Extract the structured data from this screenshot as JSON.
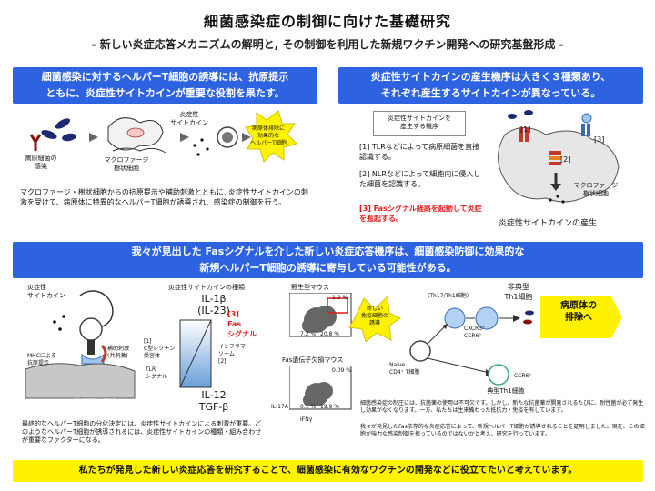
{
  "header": {
    "title": "細菌感染症の制御に向けた基礎研究",
    "subtitle": "- 新しい炎症応答メカニズムの解明と, その制御を利用した新規ワクチン開発への研究基盤形成 -"
  },
  "panel_left": {
    "banner_line1": "細菌感染に対するヘルパーT細胞の誘導には、抗原提示",
    "banner_line2": "ともに、炎症性サイトカインが重要な役割を果たす。",
    "label_cytokine": "炎症性\nサイトカイン",
    "label_infection": "病原細菌の\n感染",
    "label_macrophage": "マクロファージ\n樹状細胞",
    "star_text": "病原体排除に\n効果的な\nヘルパーT細胞",
    "body": "マクロファージ・樹状細胞からの抗原提示や補助刺激とともに, 炎症性サイトカインの刺激を受けて、病原体に特異的なヘルパーT細胞が誘導され、感染症の制御を行う。"
  },
  "panel_right": {
    "banner_line1": "炎症性サイトカインの産生機序は大きく３種類あり、",
    "banner_line2": "それぞれ産生するサイトカインが異なっている。",
    "box_label": "炎症性サイトカインを\n産生する機序",
    "item1": "[1] TLRなどによって病原細菌を直接認識する。",
    "item2": "[2] NLRなどによって細胞内に侵入した細菌を認識する。",
    "item3": "[3] Fasシグナル経路を起動して炎症を惹起する。",
    "tag1": "[1]",
    "tag2": "[2]",
    "tag3": "[3]",
    "label_cell": "マクロファージ\n樹状細胞",
    "caption": "炎症性サイトカインの産生"
  },
  "panel_main": {
    "banner_line1": "我々が見出した Fasシグナルを介した新しい炎症応答機序は、細菌感染防御に効果的な",
    "banner_line2": "新規ヘルパーT細胞の誘導に寄与している可能性がある。",
    "label_cytokine": "炎症性\nサイトカイン",
    "label_mhc": "MHCによる\n抗原提示",
    "label_costim": "補助刺激\n(共刺激)",
    "label_apc": "抗原提示細胞",
    "types_title": "炎症性サイトカインの種類",
    "il1": "IL-1β\n(IL-23)",
    "il12": "IL-12\nTGF-β",
    "fas_signal": "[3]\nFas\nシグナル",
    "c1": "[1]\nC型レクチン\n受容体",
    "c2": "インフラマ\nソーム\n[2]",
    "c3": "TLR\nシグナル",
    "wt_mouse": "野生型マウス",
    "ko_mouse": "Fas遺伝子欠損マウス",
    "facs_tl": "1.2 %",
    "facs_v1": "7.2 %",
    "facs_v2": "20.8 %",
    "facs_ko_tl": "0.09 %",
    "facs_ko_v1": "0.1 %",
    "facs_ko_v2": "19.9 %",
    "axis_y": "IL-17A",
    "axis_x": "IFNγ",
    "new_cell": "新しい\n免疫細胞の\n誘導",
    "atypical": "非典型\nTh1細胞",
    "th17": "(Th17/Th1細胞)",
    "naive": "Naive\nCD4⁺ T細胞",
    "markers": "CXCR3⁺\nCCR6⁺",
    "ccr6": "CCR6⁺",
    "typical": "典型Th1細胞",
    "pathogen": "病原体の\n排除へ",
    "body_left": "最終的なヘルパーT細胞の分化決定には、炎症性サイトカインによる刺激が重要。どのようなヘルパーT細胞が誘導されるには、炎症性サイトカインの種類・組み合わせが重要なファクターになる。",
    "body_right1": "細菌感染症の制圧には、抗菌薬の使用は不可欠です。しかし、新たな抗菌薬が開発されるたびに、耐性菌が必ず発生し効果がなくなります。一方、私たちは生来備わった抵抗力・免疫を有しています。",
    "body_right2": "我々が発見したFas依存的な炎症応答によって、新規ヘルパーT細胞が誘導されることを証明しました。現在、この細胞が強力な感染制御を担っているのではないかと考え、研究を行っています。"
  },
  "footer": {
    "text": "私たちが発見した新しい炎症応答を研究することで、細菌感染に有効なワクチンの開発などに役立てたいと考えています。"
  }
}
